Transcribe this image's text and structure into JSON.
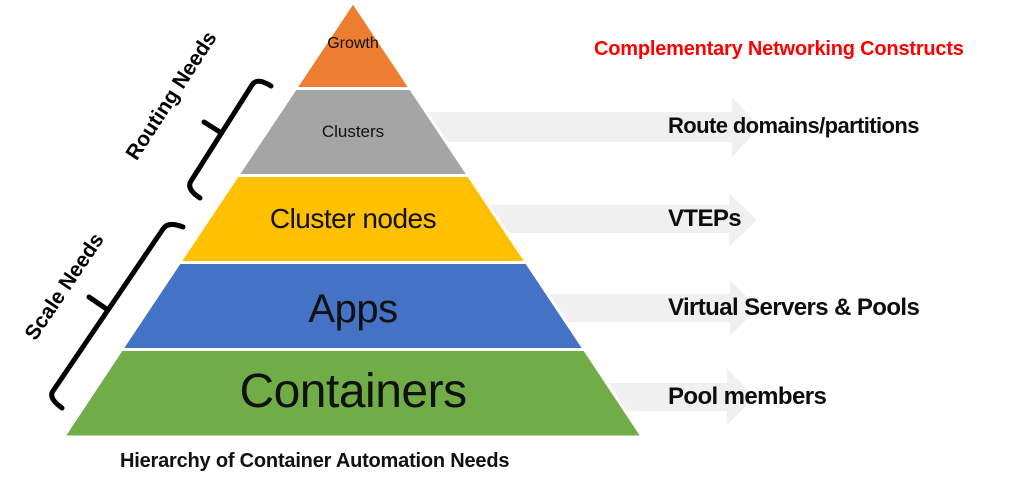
{
  "title": {
    "text": "Complementary Networking Constructs",
    "color": "#FF0000"
  },
  "caption": {
    "text": "Hierarchy of Container Automation Needs"
  },
  "pyramid": {
    "levels": [
      {
        "label": "Growth",
        "color": "#ED7D31"
      },
      {
        "label": "Clusters",
        "color": "#A5A5A5"
      },
      {
        "label": "Cluster nodes",
        "color": "#FFC000"
      },
      {
        "label": "Apps",
        "color": "#4472C4"
      },
      {
        "label": "Containers",
        "color": "#70AD47"
      }
    ],
    "outline_color": "#FFFFFF"
  },
  "brackets": {
    "routing_label": "Routing Needs",
    "scale_label": "Scale Needs",
    "color": "#000000"
  },
  "arrows": {
    "fill": "#F0F0F0",
    "items": [
      {
        "label": "Route domains/partitions"
      },
      {
        "label": "VTEPs"
      },
      {
        "label": "Virtual Servers & Pools"
      },
      {
        "label": "Pool members"
      }
    ]
  }
}
